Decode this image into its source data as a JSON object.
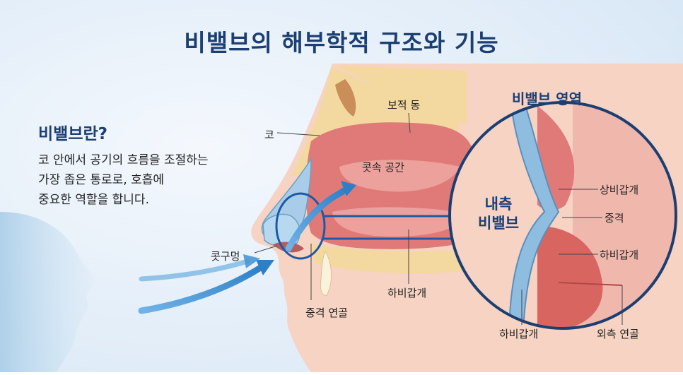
{
  "title": "비밸브의 해부학적 구조와 기능",
  "intro": {
    "heading": "비밸브란?",
    "lines": [
      "코 안에서 공기의 흐름을 조절하는",
      "가장 좁은 통로로, 호흡에",
      "중요한 역할을 합니다."
    ]
  },
  "labels": {
    "nose": "코",
    "sinus": "보적 동",
    "nasal_space": "콧속 공간",
    "nostril": "콧구멍",
    "inferior_turbinate": "하비갑개",
    "septal_cartilage": "중격 연골"
  },
  "inset": {
    "title": "비밸브 영역",
    "internal_valve": [
      "내측",
      "비밸브"
    ],
    "upper_turbinate": "상비갑개",
    "septum": "중격",
    "lower_turbinate": "하비갑개",
    "bottom_turbinate": "하비갑개",
    "lateral_cartilage": "외측 연골"
  },
  "colors": {
    "title": "#1c3f73",
    "background": "#e8f1fa",
    "tissue": "#e07a78",
    "bone": "#f3d9a0",
    "skin": "#f6d3c2",
    "airflow": "#3f8ed0"
  }
}
